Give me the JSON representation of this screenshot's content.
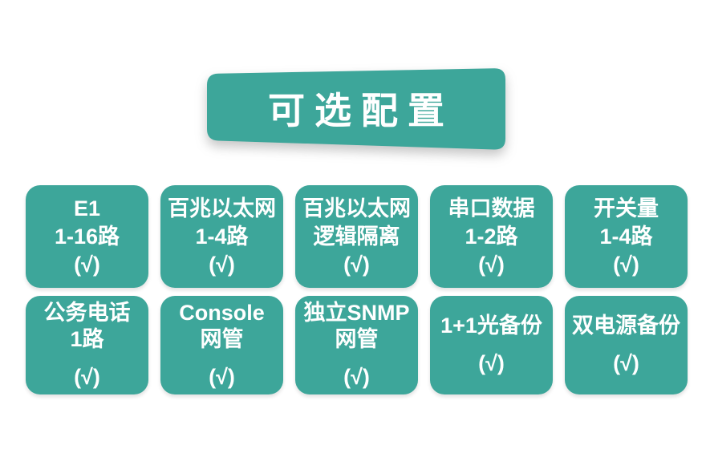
{
  "theme": {
    "teal": "#3DA69A",
    "text_on_teal": "#FFFFFF",
    "background": "#FFFFFF"
  },
  "banner": {
    "title": "可选配置"
  },
  "rows": [
    {
      "cards": [
        {
          "lines": [
            "E1",
            "1-16路"
          ],
          "check": "(√)"
        },
        {
          "lines": [
            "百兆以太网",
            "1-4路"
          ],
          "check": "(√)"
        },
        {
          "lines": [
            "百兆以太网",
            "逻辑隔离"
          ],
          "check": "(√)"
        },
        {
          "lines": [
            "串口数据",
            "1-2路"
          ],
          "check": "(√)"
        },
        {
          "lines": [
            "开关量",
            "1-4路"
          ],
          "check": "(√)"
        }
      ]
    },
    {
      "cards": [
        {
          "lines": [
            "公务电话",
            "1路"
          ],
          "check": "(√)"
        },
        {
          "lines": [
            "Console",
            "网管"
          ],
          "check": "(√)"
        },
        {
          "lines": [
            "独立SNMP",
            "网管"
          ],
          "check": "(√)"
        },
        {
          "lines": [
            "1+1光备份"
          ],
          "check": "(√)"
        },
        {
          "lines": [
            "双电源备份"
          ],
          "check": "(√)"
        }
      ]
    }
  ]
}
